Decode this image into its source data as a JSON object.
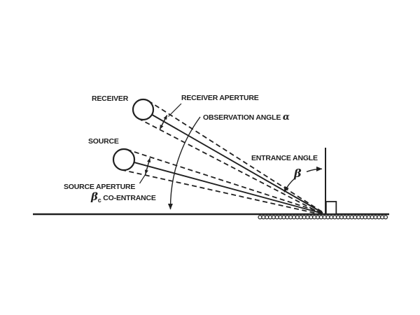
{
  "figure": {
    "background": "#ffffff",
    "ink_color": "#202020",
    "labels": {
      "receiver": "RECEIVER",
      "receiver_aperture": "RECEIVER APERTURE",
      "observation_angle": "OBSERVATION ANGLE",
      "observation_symbol": "α",
      "source": "SOURCE",
      "source_aperture": "SOURCE APERTURE",
      "co_entrance_symbol": "β",
      "co_entrance_subscript": "c",
      "co_entrance": "CO-ENTRANCE",
      "entrance_angle": "ENTRANCE ANGLE",
      "entrance_symbol": "β"
    }
  }
}
